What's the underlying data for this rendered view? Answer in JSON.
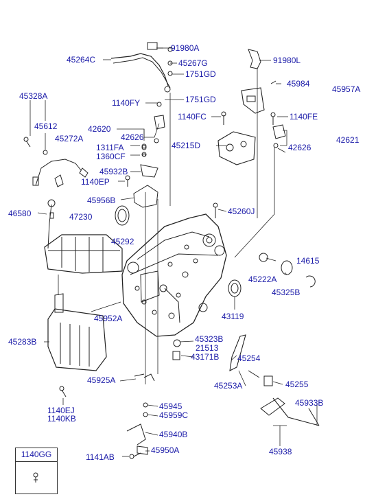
{
  "labels": {
    "l91980A": "91980A",
    "l45264C": "45264C",
    "l45267G": "45267G",
    "l1751GD_1": "1751GD",
    "l91980L": "91980L",
    "l45984": "45984",
    "l45957A": "45957A",
    "l45328A": "45328A",
    "l1140FY": "1140FY",
    "l1751GD_2": "1751GD",
    "l1140FC": "1140FC",
    "l1140FE": "1140FE",
    "l45612": "45612",
    "l42620": "42620",
    "l42621": "42621",
    "l45272A": "45272A",
    "l42626_1": "42626",
    "l42626_2": "42626",
    "l1311FA": "1311FA",
    "l45215D": "45215D",
    "l1360CF": "1360CF",
    "l45932B": "45932B",
    "l1140EP": "1140EP",
    "l45956B": "45956B",
    "l46580": "46580",
    "l45260J": "45260J",
    "l47230": "47230",
    "l45292": "45292",
    "l14615": "14615",
    "l45222A": "45222A",
    "l45325B": "45325B",
    "l45952A": "45952A",
    "l43119": "43119",
    "l45283B": "45283B",
    "l45323B": "45323B",
    "l21513": "21513",
    "l43171B": "43171B",
    "l45254": "45254",
    "l45925A": "45925A",
    "l45253A": "45253A",
    "l45255": "45255",
    "l45945": "45945",
    "l1140EJ": "1140EJ",
    "l1140KB": "1140KB",
    "l45959C": "45959C",
    "l45933B": "45933B",
    "l45940B": "45940B",
    "l1141AB": "1141AB",
    "l45950A": "45950A",
    "l45938": "45938"
  },
  "legend": {
    "title": "1140GG"
  },
  "colors": {
    "label": "#1a1aa8",
    "line": "#222222"
  }
}
